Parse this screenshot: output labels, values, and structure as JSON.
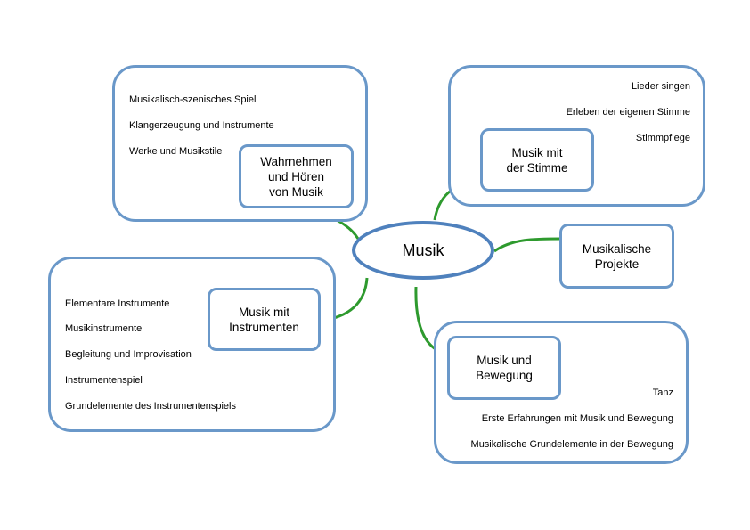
{
  "center": {
    "label": "Musik"
  },
  "groups": {
    "wahrnehmen": {
      "topic": "Wahrnehmen\nund Hören\nvon Musik",
      "items": [
        "Musikalisch-szenisches Spiel",
        "Klangerzeugung und Instrumente",
        "Werke und Musikstile"
      ]
    },
    "stimme": {
      "topic": "Musik mit\nder Stimme",
      "items": [
        "Lieder singen",
        "Erleben der eigenen Stimme",
        "Stimmpflege"
      ]
    },
    "projekte": {
      "topic": "Musikalische\nProjekte"
    },
    "instrumente": {
      "topic": "Musik mit\nInstrumenten",
      "items": [
        "Elementare Instrumente",
        "Musikinstrumente",
        "Begleitung und Improvisation",
        "Instrumentenspiel",
        "Grundelemente des Instrumentenspiels"
      ]
    },
    "bewegung": {
      "topic": "Musik und\nBewegung",
      "items": [
        "Tanz",
        "Erste Erfahrungen mit Musik und Bewegung",
        "Musikalische Grundelemente in der Bewegung"
      ]
    }
  },
  "colors": {
    "box_border": "#6a98c9",
    "center_border": "#4f81bd",
    "connector": "#2e9a2e"
  }
}
